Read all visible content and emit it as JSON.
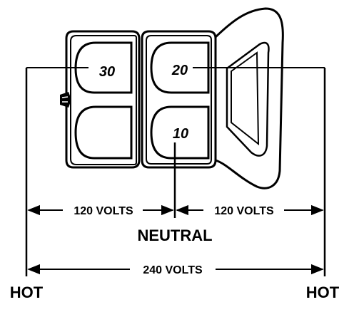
{
  "labels": {
    "pot_30": "30",
    "pot_20": "20",
    "pot_10": "10",
    "left_120": "120 VOLTS",
    "right_120": "120 VOLTS",
    "neutral": "NEUTRAL",
    "total_240": "240 VOLTS",
    "hot_left": "HOT",
    "hot_right": "HOT"
  },
  "colors": {
    "line": "#000000",
    "background": "#ffffff"
  }
}
